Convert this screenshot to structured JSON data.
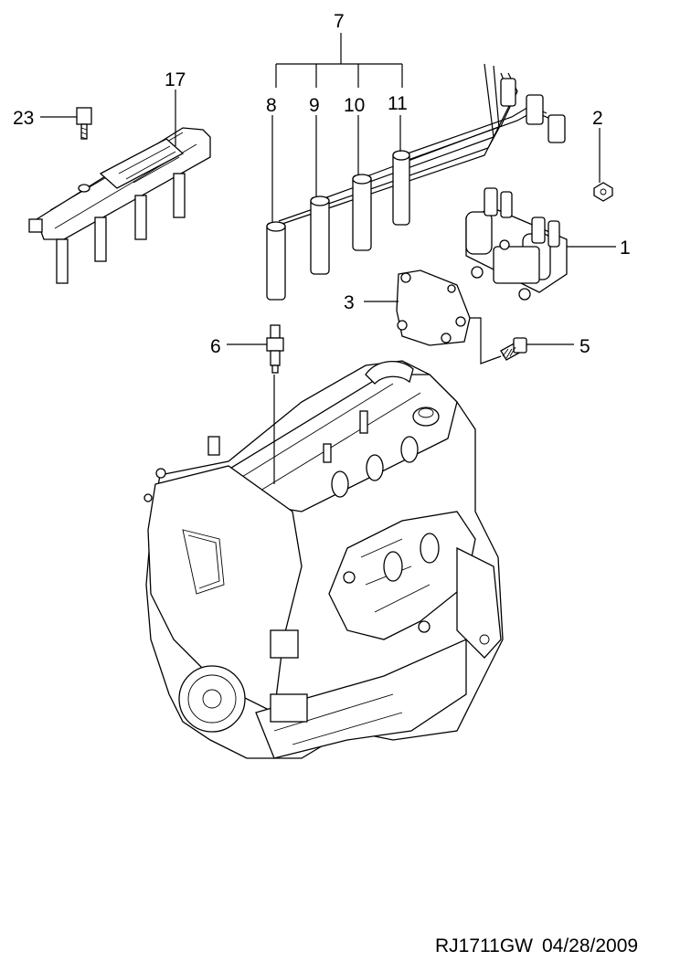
{
  "diagram": {
    "callouts": {
      "c1": "1",
      "c2": "2",
      "c3": "3",
      "c5": "5",
      "c6": "6",
      "c7": "7",
      "c8": "8",
      "c9": "9",
      "c10": "10",
      "c11": "11",
      "c17": "17",
      "c23": "23"
    }
  },
  "footer": {
    "code": "RJ1711GW",
    "date": "04/28/2009"
  }
}
